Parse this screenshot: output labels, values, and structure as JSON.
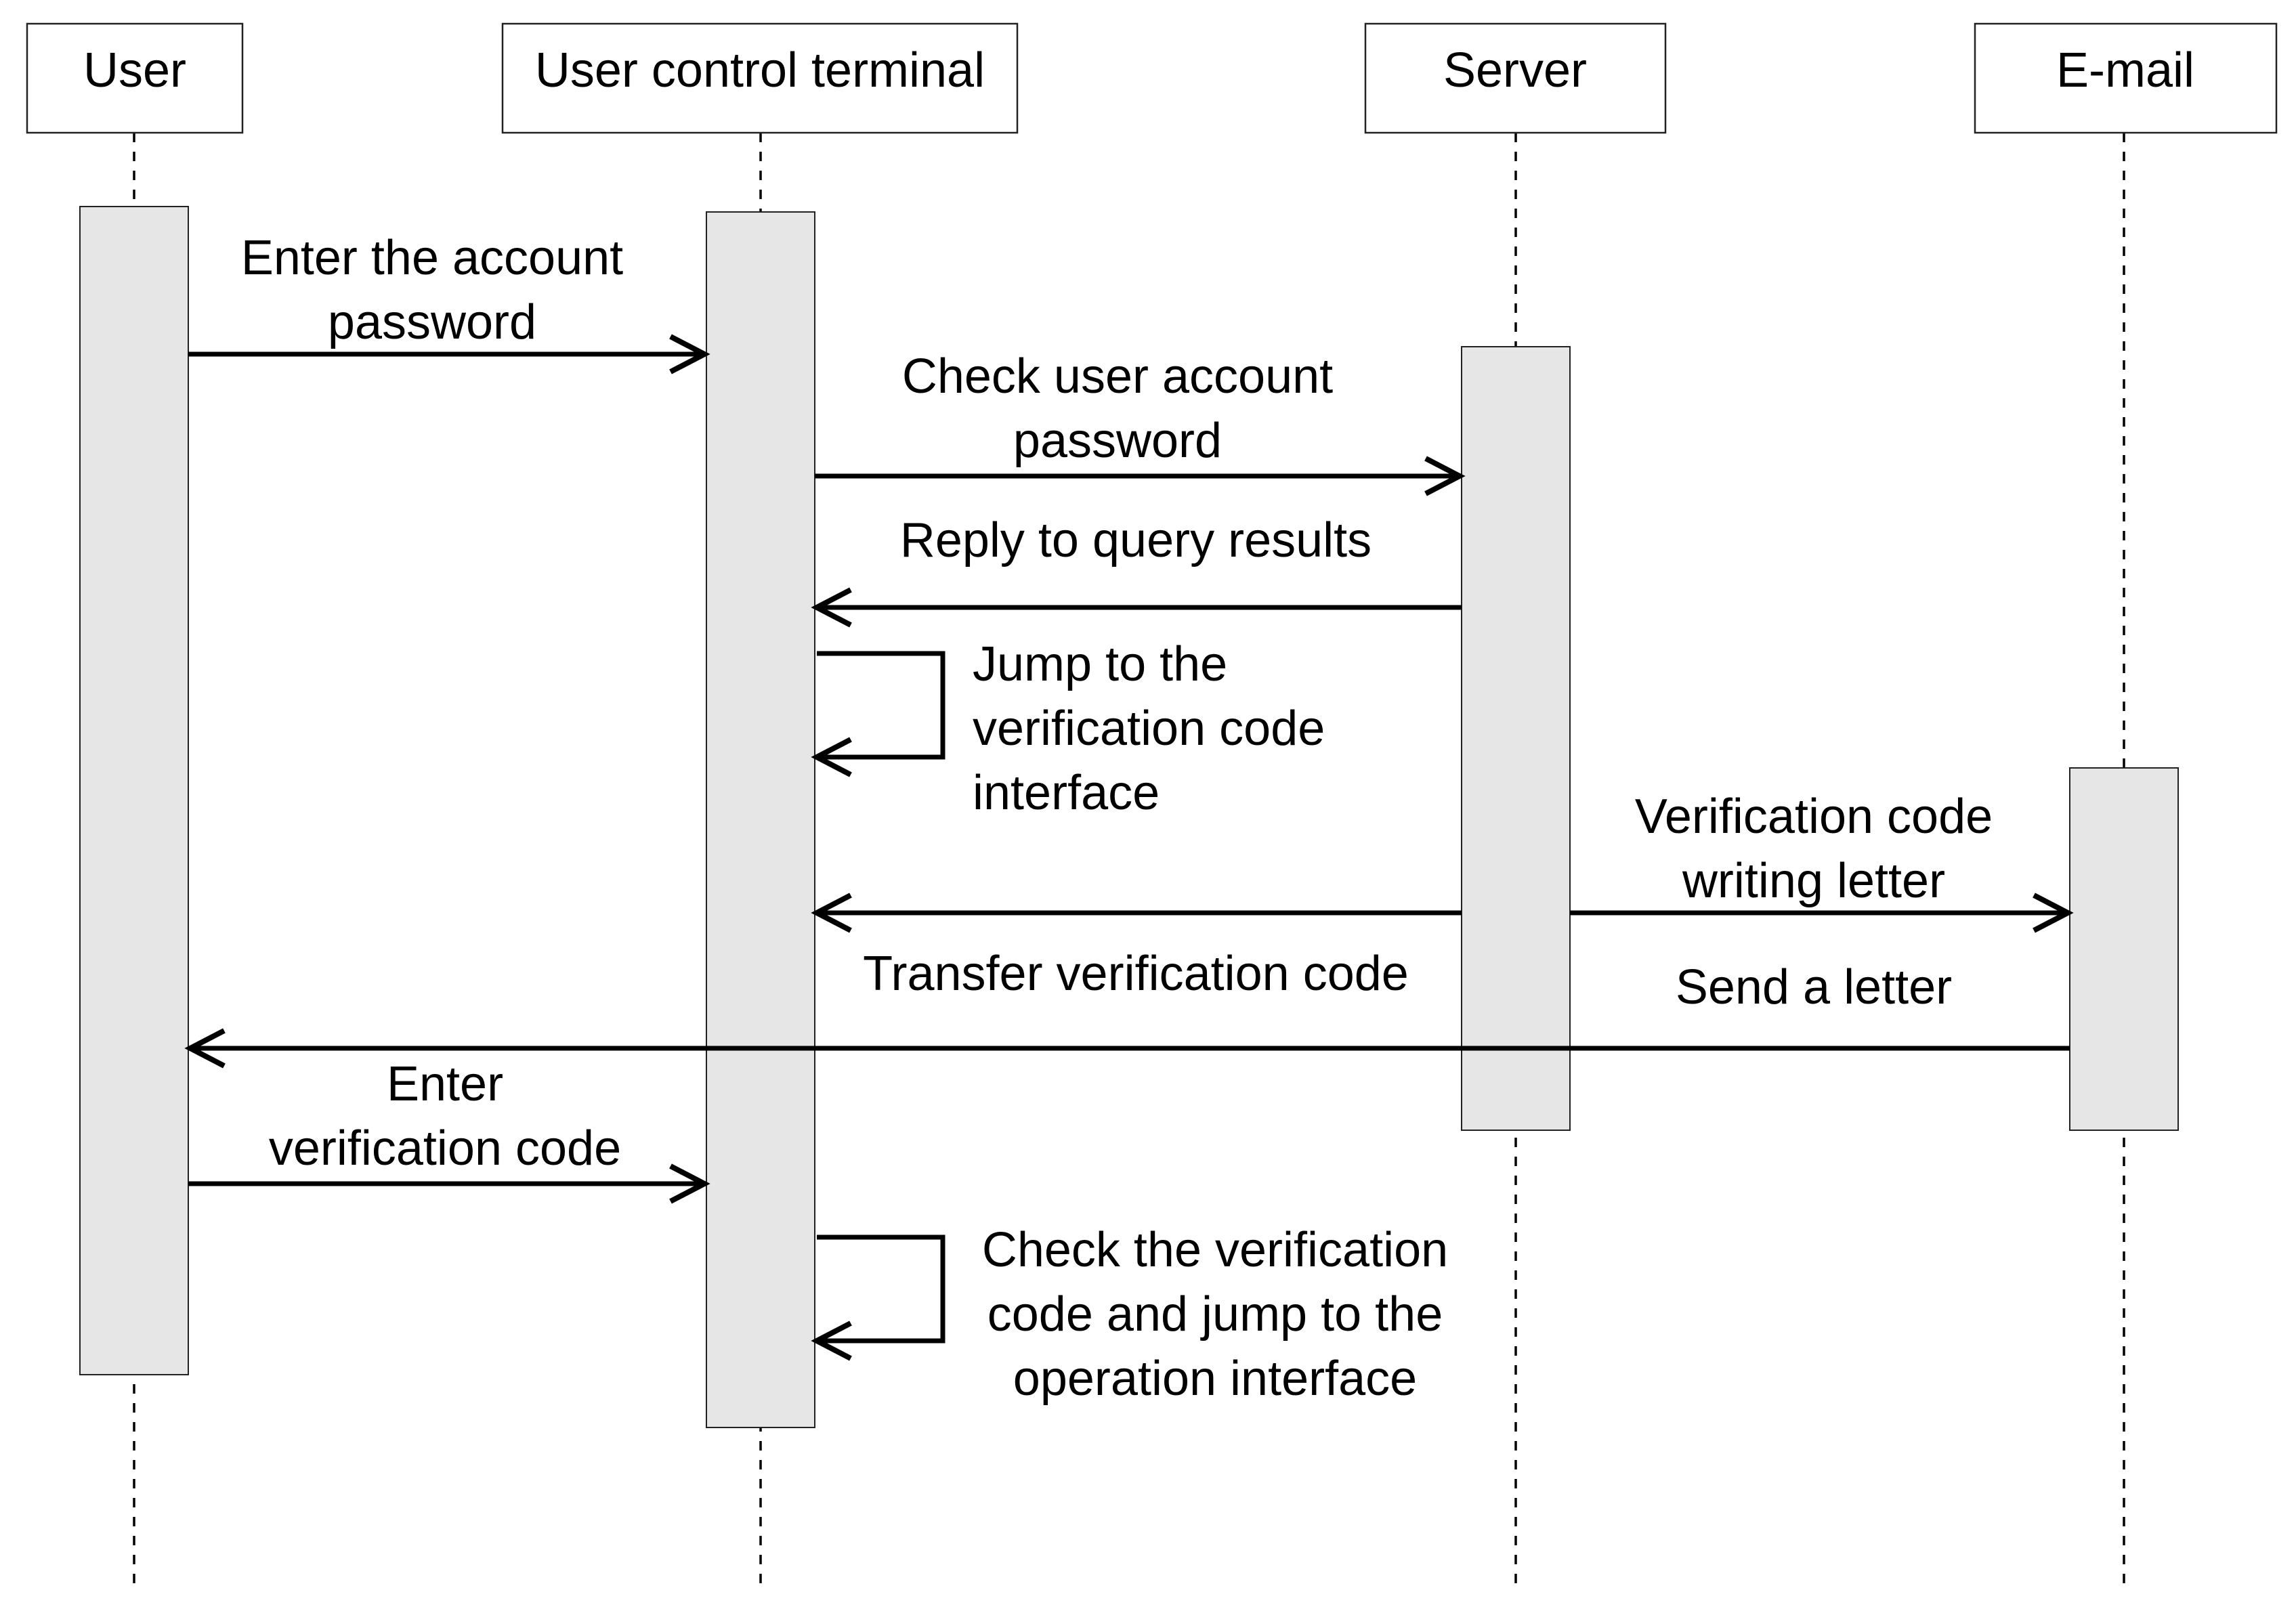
{
  "participants": [
    {
      "id": "user",
      "label": "User"
    },
    {
      "id": "terminal",
      "label": "User control terminal"
    },
    {
      "id": "server",
      "label": "Server"
    },
    {
      "id": "email",
      "label": "E-mail"
    }
  ],
  "messages": [
    {
      "id": "enter-account-password",
      "from": "user",
      "to": "terminal",
      "label_lines": [
        "Enter the account",
        "password"
      ]
    },
    {
      "id": "check-account-password",
      "from": "terminal",
      "to": "server",
      "label_lines": [
        "Check user account",
        "password"
      ]
    },
    {
      "id": "reply-query-results",
      "from": "server",
      "to": "terminal",
      "label_lines": [
        "Reply to query results"
      ]
    },
    {
      "id": "jump-verification-interface",
      "from": "terminal",
      "to": "terminal",
      "self": true,
      "label_lines": [
        "Jump to the",
        "verification code",
        "interface"
      ]
    },
    {
      "id": "transfer-verification-code",
      "from": "server",
      "to": "terminal",
      "label_lines": [
        "Transfer verification code"
      ]
    },
    {
      "id": "verification-code-letter",
      "from": "server",
      "to": "email",
      "label_lines": [
        "Verification code",
        "writing letter"
      ]
    },
    {
      "id": "send-letter",
      "from": "email",
      "to": "user",
      "label_lines": [
        "Send a letter"
      ]
    },
    {
      "id": "enter-verification-code",
      "from": "user",
      "to": "terminal",
      "label_lines": [
        "Enter",
        "verification code"
      ]
    },
    {
      "id": "check-code-jump-operation",
      "from": "terminal",
      "to": "terminal",
      "self": true,
      "label_lines": [
        "Check the verification",
        "code and jump to the",
        "operation interface"
      ]
    }
  ]
}
